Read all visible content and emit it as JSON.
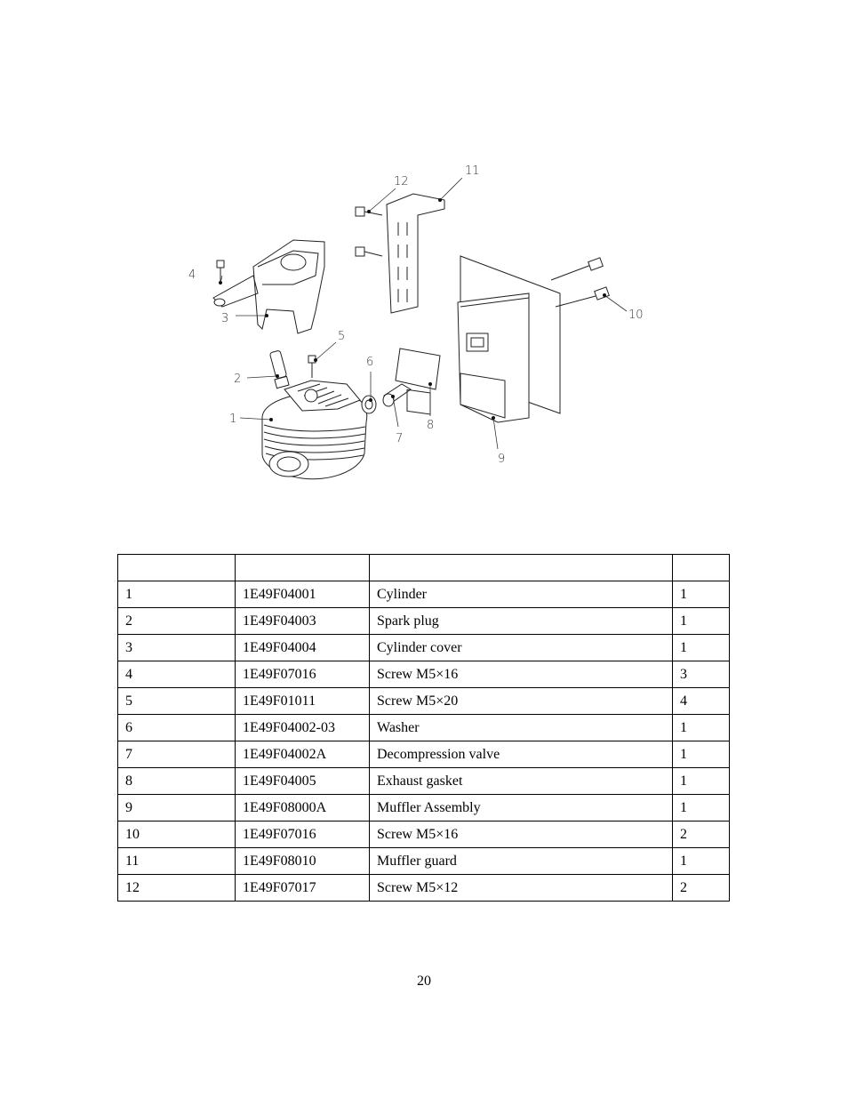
{
  "diagram": {
    "callouts": [
      "1",
      "2",
      "3",
      "4",
      "5",
      "6",
      "7",
      "8",
      "9",
      "10",
      "11",
      "12"
    ]
  },
  "table": {
    "headers": [
      "",
      "",
      "",
      ""
    ],
    "rows": [
      [
        "1",
        "1E49F04001",
        "Cylinder",
        "1"
      ],
      [
        "2",
        "1E49F04003",
        "Spark plug",
        "1"
      ],
      [
        "3",
        "1E49F04004",
        "Cylinder cover",
        "1"
      ],
      [
        "4",
        "1E49F07016",
        "Screw M5×16",
        "3"
      ],
      [
        "5",
        "1E49F01011",
        "Screw M5×20",
        "4"
      ],
      [
        "6",
        "1E49F04002-03",
        "Washer",
        "1"
      ],
      [
        "7",
        "1E49F04002A",
        "Decompression valve",
        "1"
      ],
      [
        "8",
        "1E49F04005",
        "Exhaust gasket",
        "1"
      ],
      [
        "9",
        "1E49F08000A",
        "Muffler Assembly",
        "1"
      ],
      [
        "10",
        "1E49F07016",
        "Screw M5×16",
        "2"
      ],
      [
        "11",
        "1E49F08010",
        "Muffler guard",
        "1"
      ],
      [
        "12",
        "1E49F07017",
        "Screw M5×12",
        "2"
      ]
    ]
  },
  "page_number": "20"
}
